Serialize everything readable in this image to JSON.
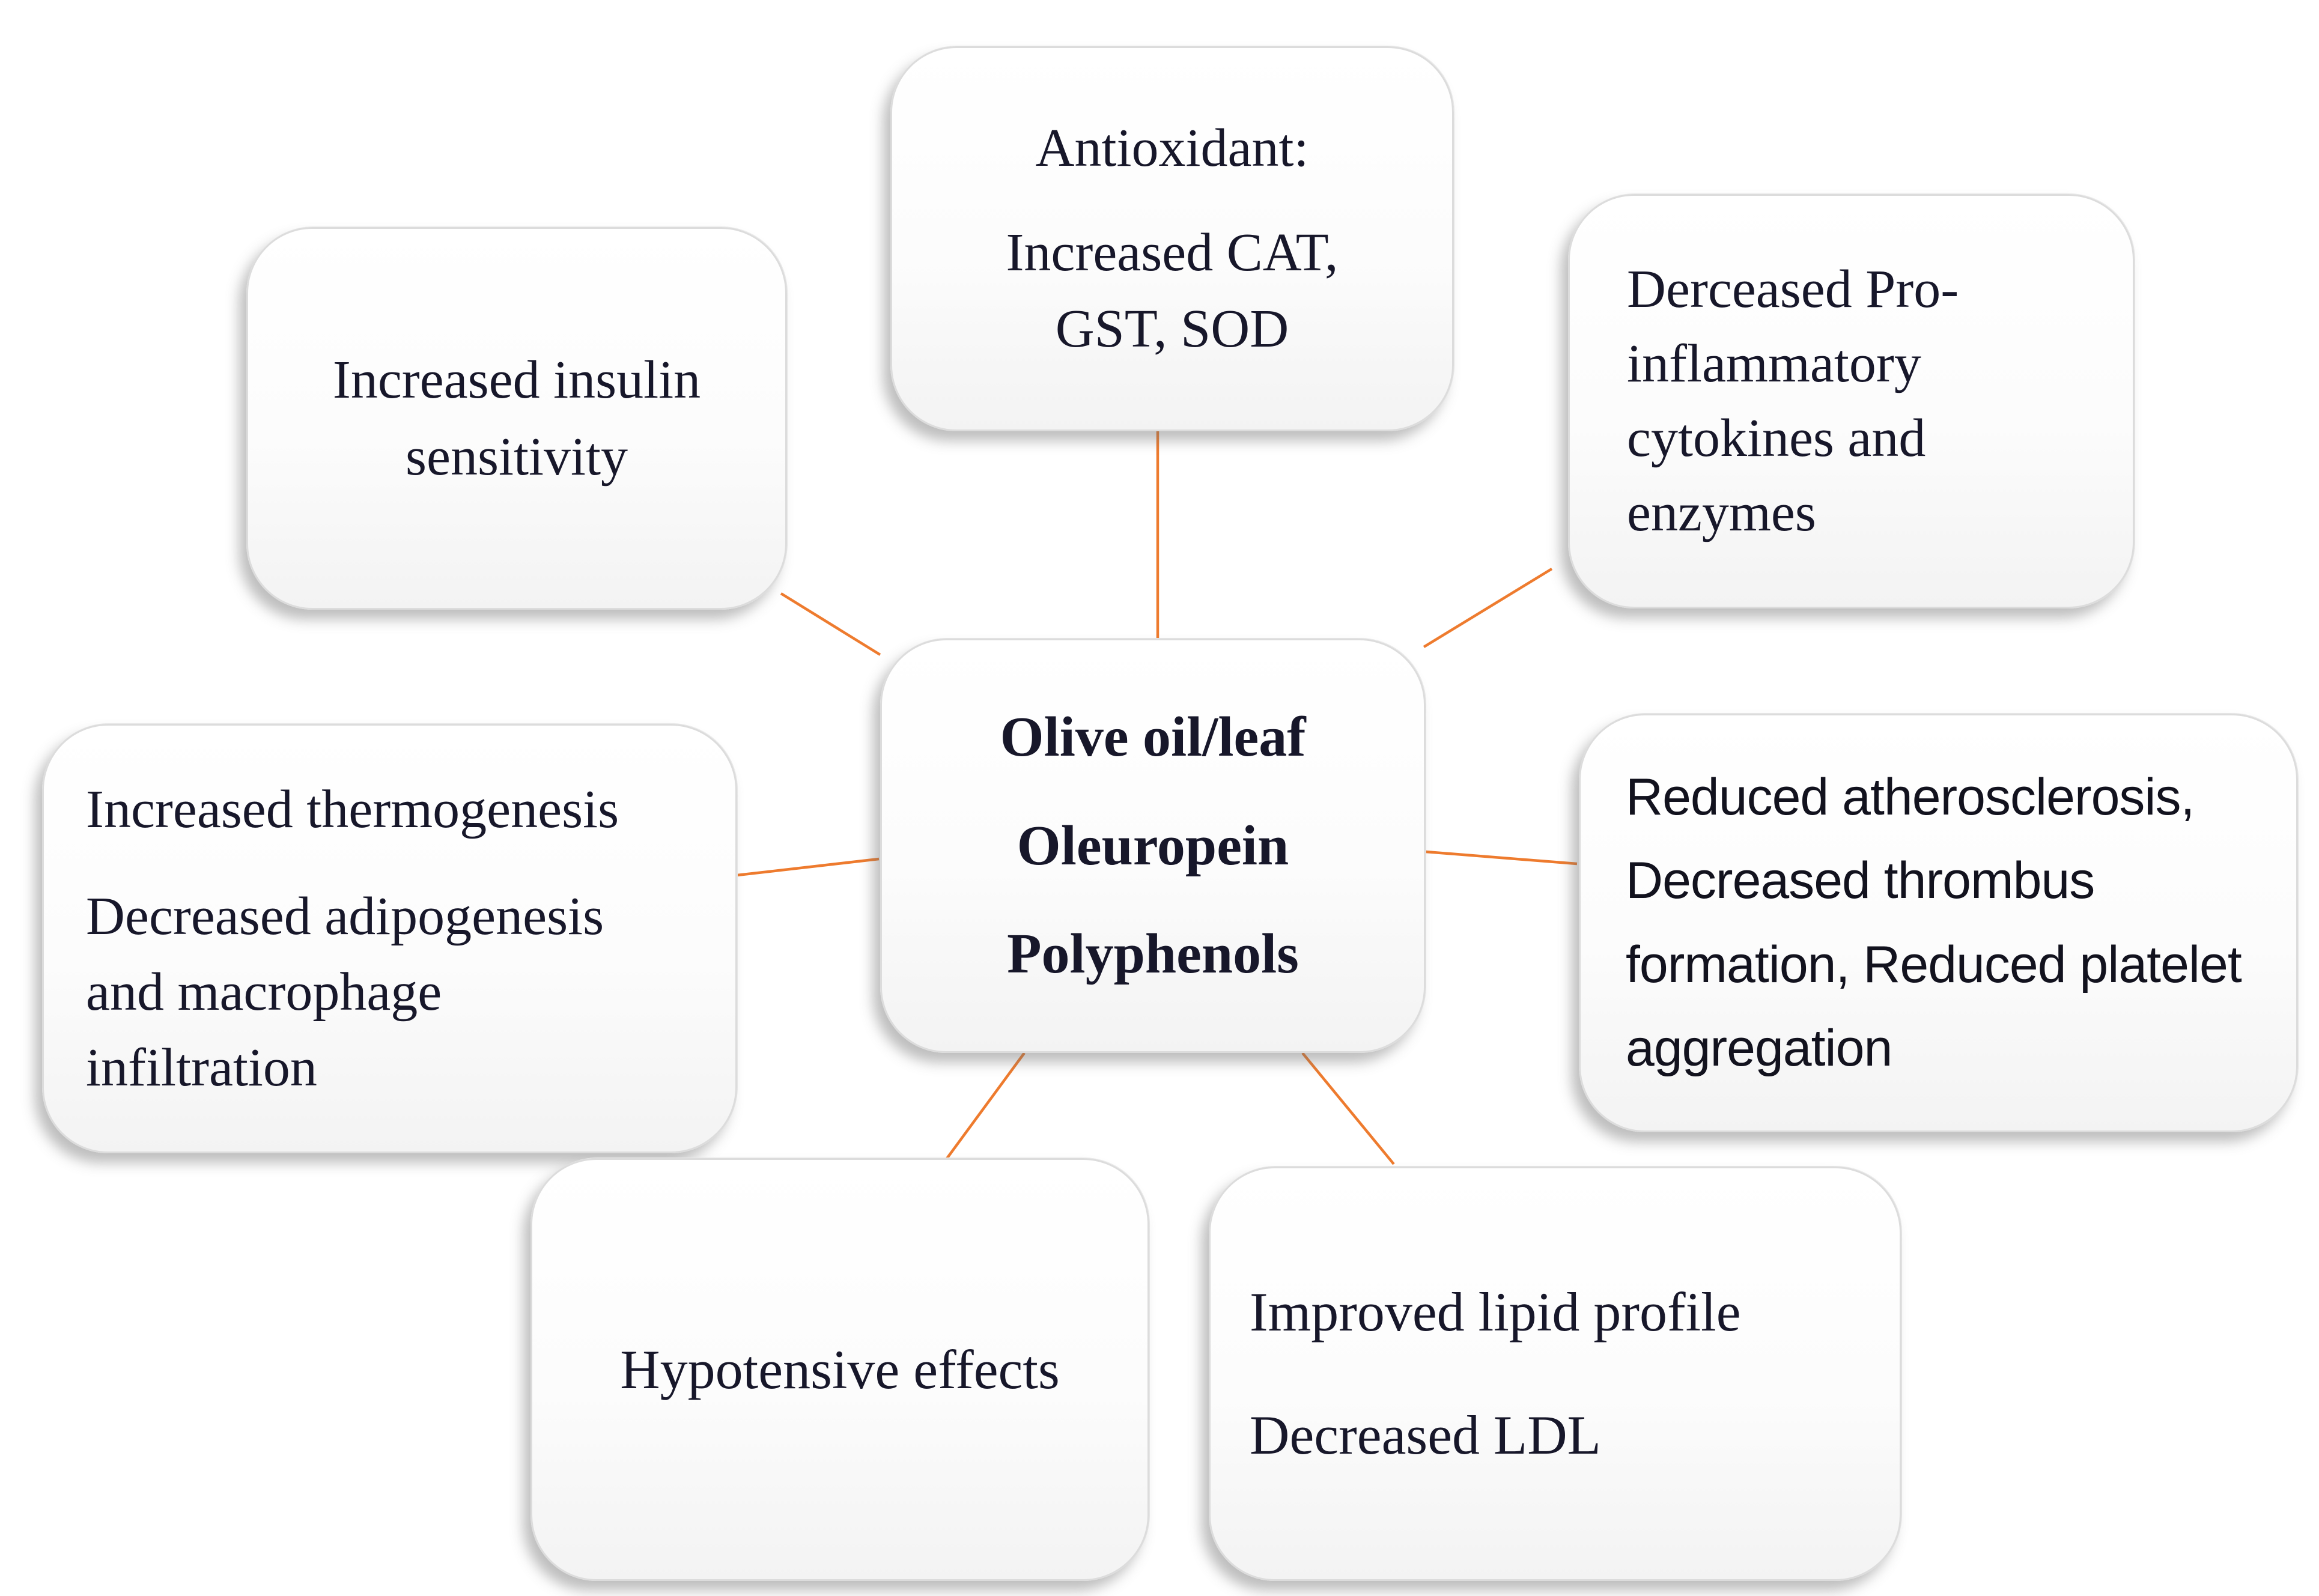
{
  "figure": {
    "description": "Concept diagram of health effects of olive oil and leaf polyphenols",
    "center": {
      "paras": [
        "Olive oil/leaf",
        "Oleuropein",
        "Polyphenols"
      ]
    },
    "nodes": {
      "antioxidant": {
        "paras": [
          "Antioxidant:",
          "Increased CAT, GST, SOD"
        ]
      },
      "insulin": {
        "paras": [
          "Increased insulin sensitivity"
        ]
      },
      "proinflammatory": {
        "paras": [
          "Derceased Pro-inflammatory cytokines and enzymes"
        ]
      },
      "thermogenesis": {
        "paras": [
          "Increased thermogenesis",
          "Decreased adipogenesis and macrophage infiltration"
        ]
      },
      "atherosclerosis": {
        "paras": [
          "Reduced atherosclerosis, Decreased thrombus formation, Reduced platelet aggregation"
        ]
      },
      "hypotensive": {
        "paras": [
          "Hypotensive effects"
        ]
      },
      "lipid": {
        "paras": [
          "Improved lipid profile",
          "Decreased LDL"
        ]
      }
    },
    "colors": {
      "connector": "#ee7b2e",
      "text": "#17172a"
    }
  }
}
